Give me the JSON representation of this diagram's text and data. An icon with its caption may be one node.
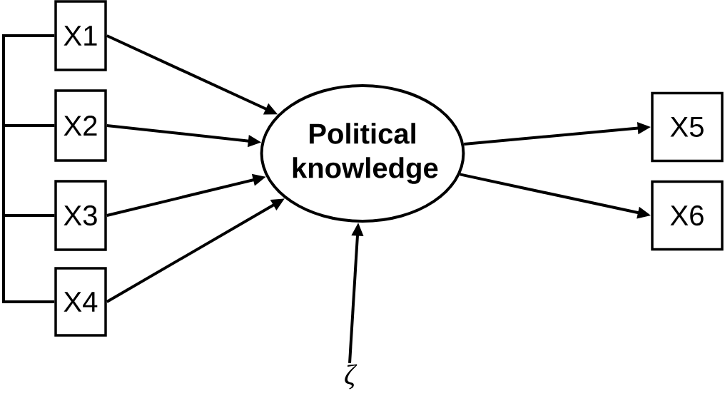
{
  "diagram": {
    "nodes": [
      {
        "text": [
          "X1"
        ]
      },
      {
        "text": [
          "X2"
        ]
      },
      {
        "text": [
          "X3"
        ]
      },
      {
        "text": [
          "X4"
        ]
      },
      {
        "text": [
          "Political knowledge"
        ]
      },
      {
        "text": [
          "X5"
        ]
      },
      {
        "text": [
          "X6"
        ]
      },
      {
        "text": [
          "ζ"
        ]
      }
    ],
    "edges": [
      {
        "from": 0,
        "to": 4,
        "arrow": "to"
      },
      {
        "from": 1,
        "to": 4,
        "arrow": "to"
      },
      {
        "from": 2,
        "to": 4,
        "arrow": "to"
      },
      {
        "from": 3,
        "to": 4,
        "arrow": "to"
      },
      {
        "from": 4,
        "to": 5,
        "arrow": "to"
      },
      {
        "from": 4,
        "to": 6,
        "arrow": "to"
      },
      {
        "from": 7,
        "to": 4,
        "arrow": "to"
      },
      {
        "from": 0,
        "to": 1,
        "arrow": "none"
      },
      {
        "from": 1,
        "to": 2,
        "arrow": "none"
      },
      {
        "from": 2,
        "to": 3,
        "arrow": "none"
      }
    ]
  }
}
